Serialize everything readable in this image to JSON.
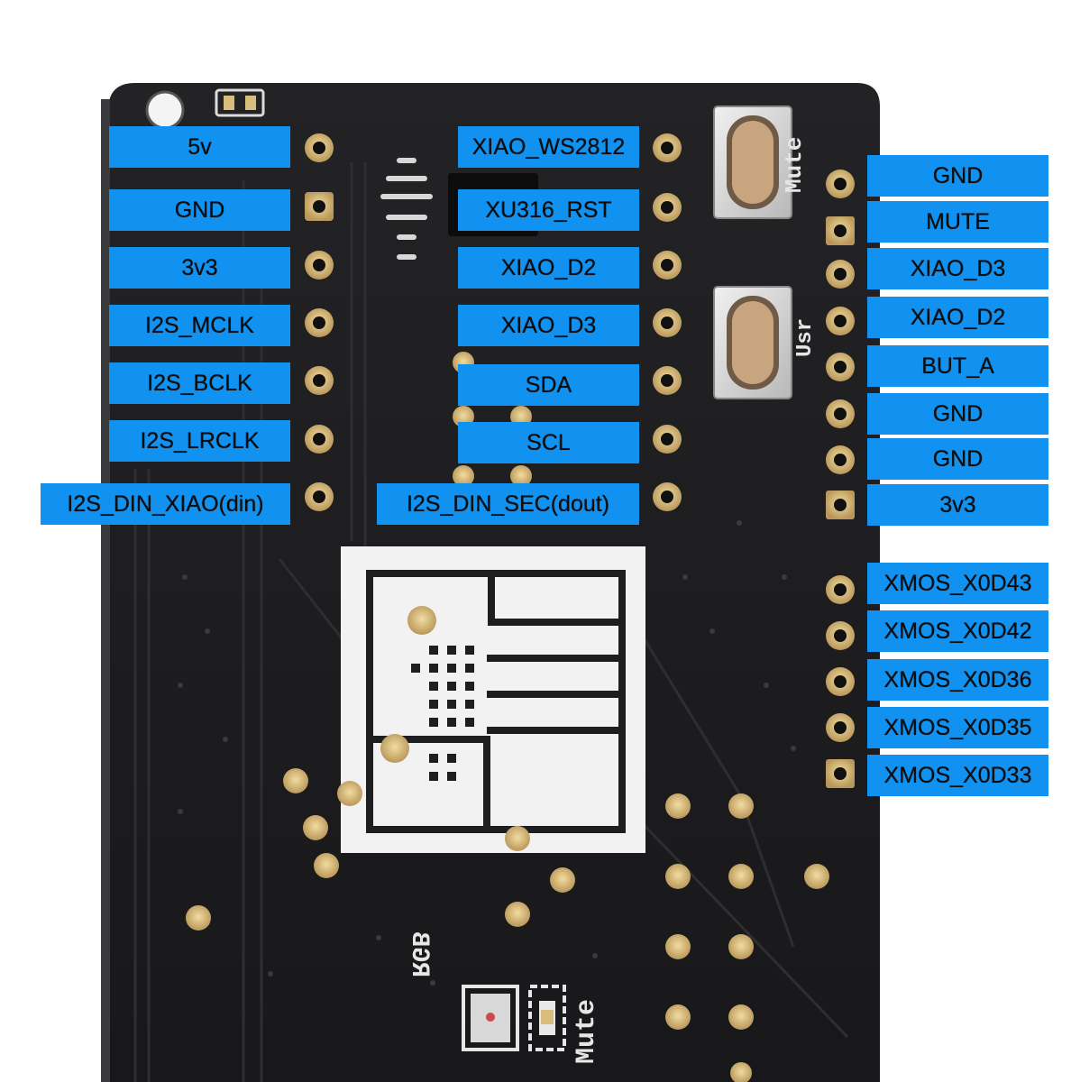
{
  "silkscreen": {
    "mute_button": "Mute",
    "usr_button": "Usr",
    "rgb_led": "RGB",
    "mute_led": "Mute"
  },
  "labels": {
    "left_column": [
      "5v",
      "GND",
      "3v3",
      "I2S_MCLK",
      "I2S_BCLK",
      "I2S_LRCLK",
      "I2S_DIN_XIAO(din)"
    ],
    "middle_column": [
      "XIAO_WS2812",
      "XU316_RST",
      "XIAO_D2",
      "XIAO_D3",
      "SDA",
      "SCL",
      "I2S_DIN_SEC(dout)"
    ],
    "right_column_top": [
      "GND",
      "MUTE",
      "XIAO_D3",
      "XIAO_D2",
      "BUT_A",
      "GND",
      "GND",
      "3v3"
    ],
    "right_column_bottom": [
      "XMOS_X0D43",
      "XMOS_X0D42",
      "XMOS_X0D36",
      "XMOS_X0D35",
      "XMOS_X0D33"
    ]
  },
  "colors": {
    "label_background": "#1292f0",
    "label_text": "#0d0d0d",
    "board": "#1c1c1e",
    "pad_gold": "#d8bd7c",
    "silkscreen": "#e6e6e6"
  }
}
